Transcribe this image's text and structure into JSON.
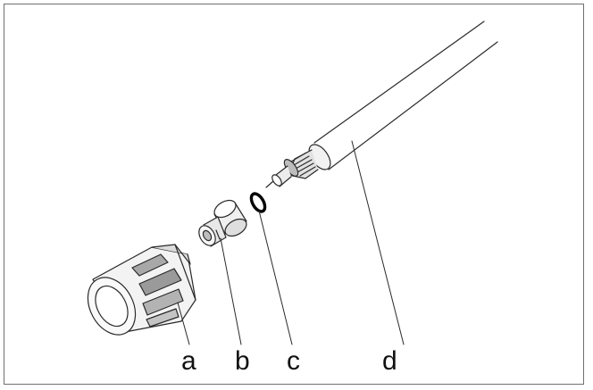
{
  "diagram": {
    "labels": {
      "a": "a",
      "b": "b",
      "c": "c",
      "d": "d"
    }
  },
  "colors": {
    "line": "#2a2a2a",
    "frame": "#6f6f6f",
    "fill_light": "#f4f4f4",
    "fill_mid": "#dcdcdc",
    "fill_dark": "#9a9a9a"
  }
}
